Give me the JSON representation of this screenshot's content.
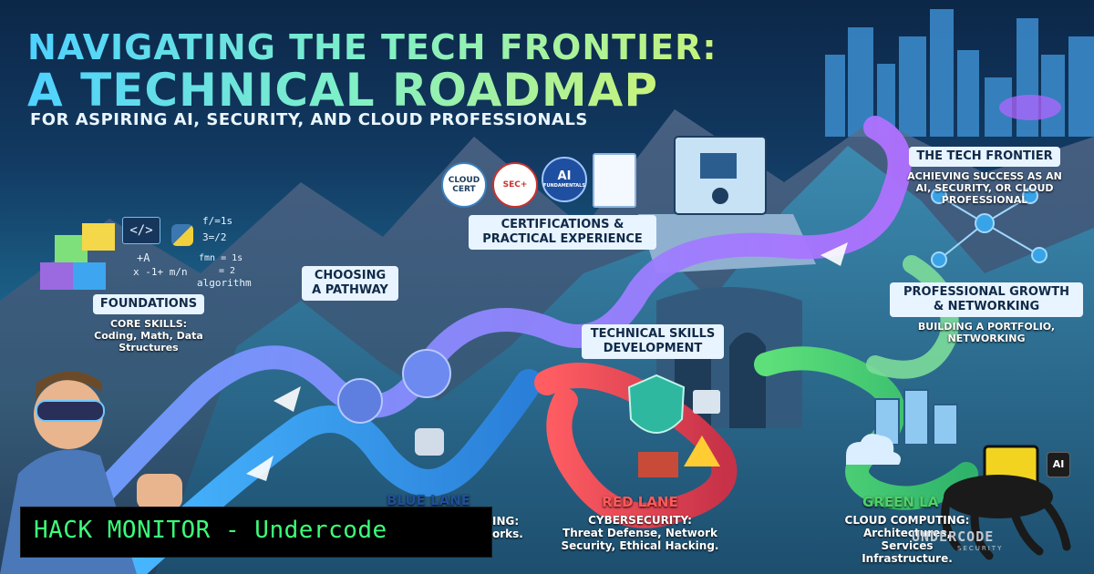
{
  "header": {
    "title_line1": "NAVIGATING THE TECH FRONTIER:",
    "title_line2": "A TECHNICAL ROADMAP",
    "subtitle": "FOR ASPIRING AI, SECURITY, AND CLOUD PROFESSIONALS"
  },
  "stages": {
    "foundations": {
      "title": "FOUNDATIONS",
      "text": "CORE SKILLS: Coding, Math, Data Structures"
    },
    "pathway": {
      "title": "CHOOSING A PATHWAY"
    },
    "certifications": {
      "title": "CERTIFICATIONS & PRACTICAL EXPERIENCE"
    },
    "technical_skills": {
      "title": "TECHNICAL SKILLS DEVELOPMENT"
    },
    "tech_frontier": {
      "title": "THE TECH FRONTIER",
      "text": "ACHIEVING SUCCESS AS AN AI, SECURITY, OR CLOUD PROFESSIONAL"
    },
    "professional_growth": {
      "title": "PROFESSIONAL GROWTH & NETWORKING",
      "text": "BUILDING A PORTFOLIO, NETWORKING"
    }
  },
  "lanes": {
    "blue": {
      "name": "BLUE LANE",
      "text_line1": "ING:",
      "text_line2": "orks."
    },
    "red": {
      "name": "RED LANE",
      "text_line1": "CYBERSECURITY:",
      "text_line2": "Threat Defense, Network",
      "text_line3": "Security, Ethical Hacking."
    },
    "green": {
      "name": "GREEN LA",
      "text_line1": "CLOUD COMPUTING:",
      "text_line2": "Architectures, Services",
      "text_line3": "Infrastructure."
    }
  },
  "badges": {
    "cloud": "CLOUD CERT",
    "sec": "SEC+",
    "ai": "AI",
    "ai_sub": "FUNDAMENTALS"
  },
  "code_snippets": {
    "tag": "</>",
    "formula1": "f/=1s",
    "formula2": "3=/2",
    "math1": "+A",
    "math2": "x -1+ m/n",
    "equation1": "fmn = 1s",
    "equation2": "= 2",
    "algorithm": "algorithm"
  },
  "banner": {
    "text": "HACK MONITOR - Undercode"
  },
  "logo": {
    "text": "UNDERCODE",
    "sub": "SECURITY",
    "ai": "AI"
  },
  "colors": {
    "blue_lane": "#3fa9f5",
    "red_lane": "#e8454a",
    "green_lane": "#4fd16a",
    "accent": "#7ff0c8",
    "banner_text": "#3cff7a"
  }
}
